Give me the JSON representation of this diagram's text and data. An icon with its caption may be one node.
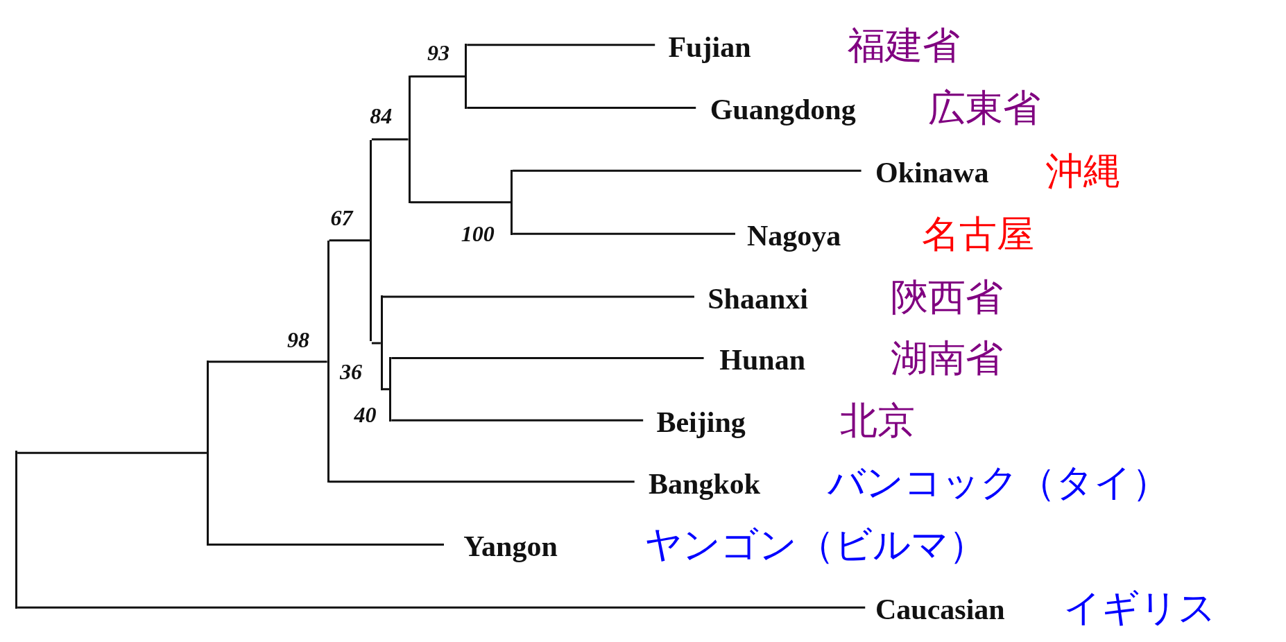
{
  "diagram": {
    "nodes": [
      {
        "text": [
          "Fujian"
        ],
        "beside": [
          "福建省"
        ]
      },
      {
        "text": [
          "Guangdong"
        ],
        "beside": [
          "広東省"
        ]
      },
      {
        "text": [
          "Okinawa"
        ],
        "beside": [
          "沖縄"
        ]
      },
      {
        "text": [
          "Nagoya"
        ],
        "beside": [
          "名古屋"
        ]
      },
      {
        "text": [
          "Shaanxi"
        ],
        "beside": [
          "陝西省"
        ]
      },
      {
        "text": [
          "Hunan"
        ],
        "beside": [
          "湖南省"
        ]
      },
      {
        "text": [
          "Beijing"
        ],
        "beside": [
          "北京"
        ]
      },
      {
        "text": [
          "Bangkok"
        ],
        "beside": [
          "バンコック（タイ）"
        ]
      },
      {
        "text": [
          "Yangon"
        ],
        "beside": [
          "ヤンゴン（ビルマ）"
        ]
      },
      {
        "text": [
          "Caucasian"
        ],
        "beside": [
          "イギリス"
        ]
      },
      {
        "text": [
          "93"
        ]
      },
      {
        "text": [
          "84"
        ]
      },
      {
        "text": [
          "67"
        ]
      },
      {
        "text": [
          "100"
        ]
      },
      {
        "text": [
          "98"
        ]
      },
      {
        "text": [
          "36"
        ]
      },
      {
        "text": [
          "40"
        ]
      },
      {
        "text": [],
        "shape": "bar"
      },
      {
        "text": [],
        "shape": "bar"
      }
    ],
    "edges": [
      {
        "from": 17,
        "to": 18,
        "arrow": "none"
      },
      {
        "from": 17,
        "to": 9,
        "arrow": "none"
      },
      {
        "from": 18,
        "to": 14,
        "arrow": "none"
      },
      {
        "from": 18,
        "to": 8,
        "arrow": "none"
      },
      {
        "from": 14,
        "to": 12,
        "arrow": "none"
      },
      {
        "from": 14,
        "to": 7,
        "arrow": "none"
      },
      {
        "from": 12,
        "to": 11,
        "arrow": "none"
      },
      {
        "from": 12,
        "to": 15,
        "arrow": "none"
      },
      {
        "from": 11,
        "to": 10,
        "arrow": "none"
      },
      {
        "from": 11,
        "to": 13,
        "arrow": "none"
      },
      {
        "from": 10,
        "to": 0,
        "arrow": "none"
      },
      {
        "from": 10,
        "to": 1,
        "arrow": "none"
      },
      {
        "from": 13,
        "to": 2,
        "arrow": "none"
      },
      {
        "from": 13,
        "to": 3,
        "arrow": "none"
      },
      {
        "from": 15,
        "to": 4,
        "arrow": "none"
      },
      {
        "from": 15,
        "to": 16,
        "arrow": "none"
      },
      {
        "from": 16,
        "to": 5,
        "arrow": "none"
      },
      {
        "from": 16,
        "to": 6,
        "arrow": "none"
      }
    ]
  }
}
